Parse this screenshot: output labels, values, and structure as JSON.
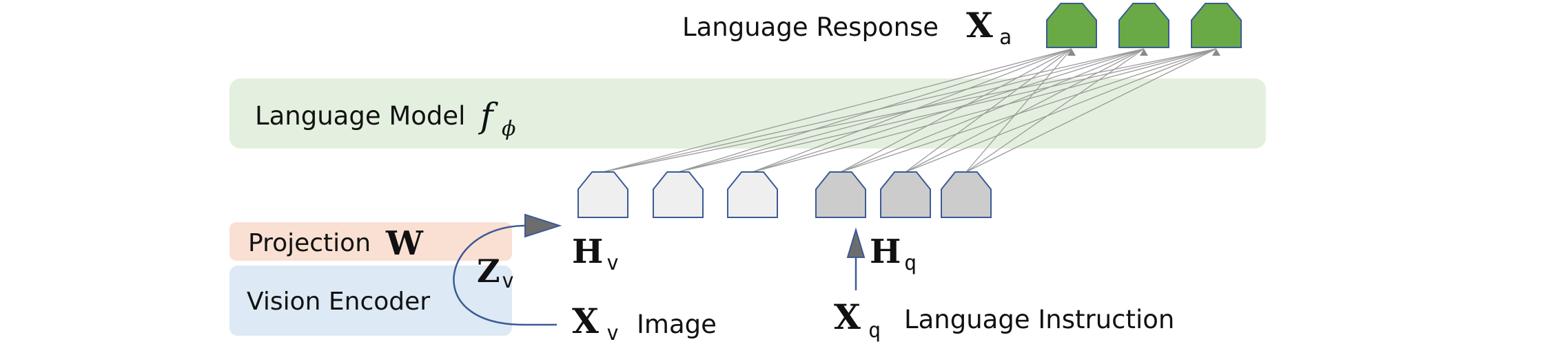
{
  "language_response": {
    "label": "Language Response",
    "symbol": "X",
    "sub": "a",
    "color": "#6aaa46"
  },
  "language_model": {
    "label": "Language Model",
    "symbol": "f",
    "sub": "ϕ",
    "color": "#e4f0df"
  },
  "projection": {
    "label": "Projection",
    "symbol": "W",
    "color": "#f9e0d3"
  },
  "vision_encoder": {
    "label": "Vision Encoder",
    "color": "#dde9f4"
  },
  "z_v": {
    "symbol": "Z",
    "sub": "v"
  },
  "h_v": {
    "symbol": "H",
    "sub": "v"
  },
  "h_q": {
    "symbol": "H",
    "sub": "q"
  },
  "x_v": {
    "symbol": "X",
    "sub": "v",
    "label": "Image"
  },
  "x_q": {
    "symbol": "X",
    "sub": "q",
    "label": "Language Instruction"
  },
  "colors": {
    "outline": "#3b5a94",
    "vision_token": "#efefef",
    "language_token": "#cccccc",
    "connection": "#9a9a9a"
  }
}
